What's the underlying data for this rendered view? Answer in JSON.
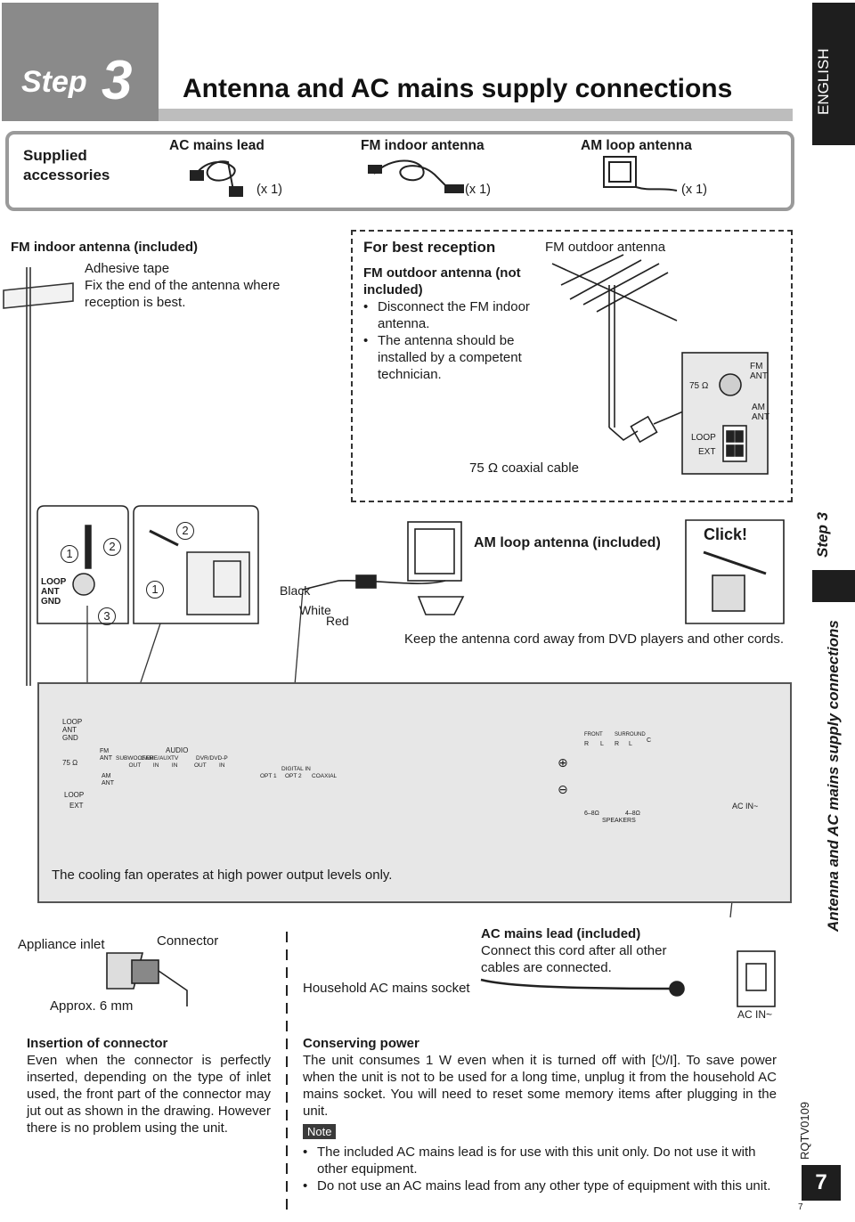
{
  "header": {
    "step_label": "Step",
    "step_number": "3",
    "title": "Antenna and AC mains supply connections",
    "language_tab": "ENGLISH"
  },
  "accessories": {
    "heading_line1": "Supplied",
    "heading_line2": "accessories",
    "items": [
      {
        "name": "AC mains lead",
        "qty": "(x 1)"
      },
      {
        "name": "FM indoor antenna",
        "qty": "(x 1)"
      },
      {
        "name": "AM loop antenna",
        "qty": "(x 1)"
      }
    ]
  },
  "fm_indoor": {
    "title": "FM indoor antenna (included)",
    "tape_label": "Adhesive tape",
    "tape_desc_line1": "Fix the end of the antenna where",
    "tape_desc_line2": "reception is best."
  },
  "best_reception": {
    "title": "For best reception",
    "subtitle_line1": "FM outdoor antenna (not",
    "subtitle_line2": "included)",
    "bullet1_line1": "Disconnect the FM indoor",
    "bullet1_line2": "antenna.",
    "bullet2_line1": "The antenna should be",
    "bullet2_line2": "installed by a competent",
    "bullet2_line3": "technician.",
    "outdoor_label": "FM outdoor antenna",
    "coax_label": "75 Ω coaxial cable",
    "terminal_75": "75 Ω",
    "terminal_fm_line1": "FM",
    "terminal_fm_line2": "ANT",
    "terminal_am_line1": "AM",
    "terminal_am_line2": "ANT",
    "terminal_loop": "LOOP",
    "terminal_ext": "EXT"
  },
  "connection_steps": {
    "loop_ant_gnd_line1": "LOOP",
    "loop_ant_gnd_line2": "ANT",
    "loop_ant_gnd_line3": "GND",
    "n1": "1",
    "n2": "2",
    "n3": "3",
    "wire_black": "Black",
    "wire_white": "White",
    "wire_red": "Red",
    "am_loop_title": "AM loop antenna (included)",
    "click_label": "Click!",
    "keep_away": "Keep the antenna cord away from DVD players and other cords."
  },
  "rear_panel": {
    "loop_ant_gnd": [
      "LOOP",
      "ANT",
      "GND"
    ],
    "ohm75": "75 Ω",
    "loop": "LOOP",
    "ext": "EXT",
    "am_ant_line1": "AM",
    "am_ant_line2": "ANT",
    "fm_ant_line1": "FM",
    "fm_ant_line2": "ANT",
    "audio": "AUDIO",
    "subwoofer_out_line1": "SUBWOOFER",
    "subwoofer_out_line2": "OUT",
    "game_aux_line1": "GAME/AUX",
    "game_aux_line2": "IN",
    "tv_line1": "TV",
    "tv_line2": "IN",
    "dvr_dvdp": "DVR/DVD-P",
    "dvr_out": "OUT",
    "dvr_in": "IN",
    "digital_in": "DIGITAL IN",
    "opt1": "OPT 1",
    "opt2": "OPT 2",
    "coaxial": "COAXIAL",
    "front": "FRONT",
    "surround": "SURROUND",
    "r": "R",
    "l": "L",
    "c": "C",
    "plus": "⊕",
    "minus": "⊖",
    "imp_front": "6–8Ω",
    "imp_surround": "4–8Ω",
    "speakers": "SPEAKERS",
    "ac_in": "AC IN~",
    "fan_note": "The cooling fan operates at high power output levels only."
  },
  "ac_section": {
    "appliance_inlet": "Appliance inlet",
    "connector": "Connector",
    "approx": "Approx. 6 mm",
    "household_socket": "Household AC mains socket",
    "ac_lead_title": "AC mains lead (included)",
    "ac_lead_desc_line1": "Connect this cord after all other",
    "ac_lead_desc_line2": "cables are connected.",
    "ac_in_label": "AC IN~"
  },
  "insertion": {
    "title": "Insertion of connector",
    "body": "Even when the connector is perfectly inserted, depending on the type of inlet used, the front part of the connector may jut out as shown in the drawing. However there is no problem using the unit."
  },
  "conserving": {
    "title": "Conserving power",
    "body": "The unit consumes 1 W even when it is turned off with [⏻/I]. To save power when the unit is not to be used for a long time, unplug it from the household AC mains socket. You will need to reset some memory items after plugging in the unit.",
    "note_label": "Note",
    "notes": [
      "The included AC mains lead is for use with this unit only. Do not use it with other equipment.",
      "Do not use an AC mains lead from any other type of equipment with this unit."
    ]
  },
  "side": {
    "step3": "Step 3",
    "section_title": "Antenna and AC mains supply connections",
    "doc_code": "RQTV0109",
    "page_number": "7",
    "page_number_small": "7"
  }
}
